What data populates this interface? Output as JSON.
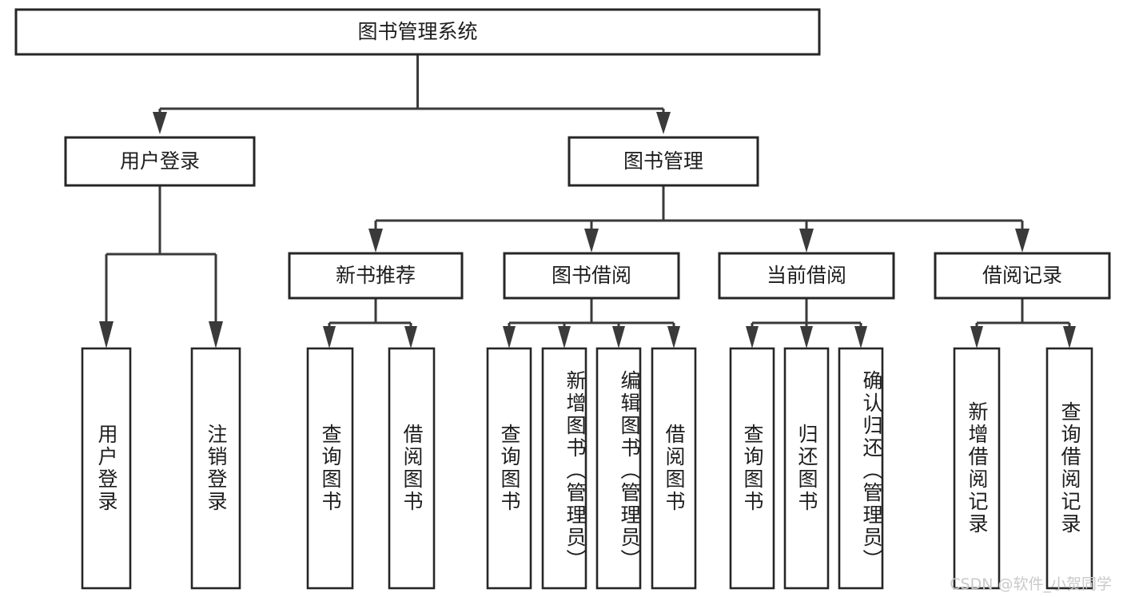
{
  "diagram": {
    "type": "tree-hierarchy",
    "title": "图书管理系统",
    "watermark": "CSDN @软件_小贺同学",
    "colors": {
      "box_stroke": "#262626",
      "edge": "#3a3a3a",
      "box_fill": "#ffffff",
      "text": "#1d1d1d",
      "watermark": "#c9c9c9",
      "background": "#ffffff"
    },
    "root": {
      "id": "root",
      "label": "图书管理系统",
      "orientation": "horizontal"
    },
    "level2": [
      {
        "id": "user-login",
        "label": "用户登录",
        "orientation": "horizontal"
      },
      {
        "id": "book-manage",
        "label": "图书管理",
        "orientation": "horizontal"
      }
    ],
    "level3": [
      {
        "id": "new-book-recommend",
        "label": "新书推荐",
        "orientation": "horizontal",
        "parent": "book-manage"
      },
      {
        "id": "book-borrow",
        "label": "图书借阅",
        "orientation": "horizontal",
        "parent": "book-manage"
      },
      {
        "id": "current-borrow",
        "label": "当前借阅",
        "orientation": "horizontal",
        "parent": "book-manage"
      },
      {
        "id": "borrow-record",
        "label": "借阅记录",
        "orientation": "horizontal",
        "parent": "book-manage"
      }
    ],
    "leaves": [
      {
        "id": "leaf-user-login",
        "label": "用户登录",
        "parent": "user-login",
        "orientation": "vertical"
      },
      {
        "id": "leaf-user-logout",
        "label": "注销登录",
        "parent": "user-login",
        "orientation": "vertical"
      },
      {
        "id": "leaf-query-book-1",
        "label": "查询图书",
        "parent": "new-book-recommend",
        "orientation": "vertical"
      },
      {
        "id": "leaf-borrow-book-1",
        "label": "借阅图书",
        "parent": "new-book-recommend",
        "orientation": "vertical"
      },
      {
        "id": "leaf-query-book-2",
        "label": "查询图书",
        "parent": "book-borrow",
        "orientation": "vertical"
      },
      {
        "id": "leaf-add-book",
        "label": "新增图书（管理员）",
        "parent": "book-borrow",
        "orientation": "vertical"
      },
      {
        "id": "leaf-edit-book",
        "label": "编辑图书（管理员）",
        "parent": "book-borrow",
        "orientation": "vertical"
      },
      {
        "id": "leaf-borrow-book-2",
        "label": "借阅图书",
        "parent": "book-borrow",
        "orientation": "vertical"
      },
      {
        "id": "leaf-query-book-3",
        "label": "查询图书",
        "parent": "current-borrow",
        "orientation": "vertical"
      },
      {
        "id": "leaf-return-book",
        "label": "归还图书",
        "parent": "current-borrow",
        "orientation": "vertical"
      },
      {
        "id": "leaf-confirm-return",
        "label": "确认归还（管理员）",
        "parent": "current-borrow",
        "orientation": "vertical"
      },
      {
        "id": "leaf-add-record",
        "label": "新增借阅记录",
        "parent": "borrow-record",
        "orientation": "vertical"
      },
      {
        "id": "leaf-query-record",
        "label": "查询借阅记录",
        "parent": "borrow-record",
        "orientation": "vertical"
      }
    ]
  }
}
